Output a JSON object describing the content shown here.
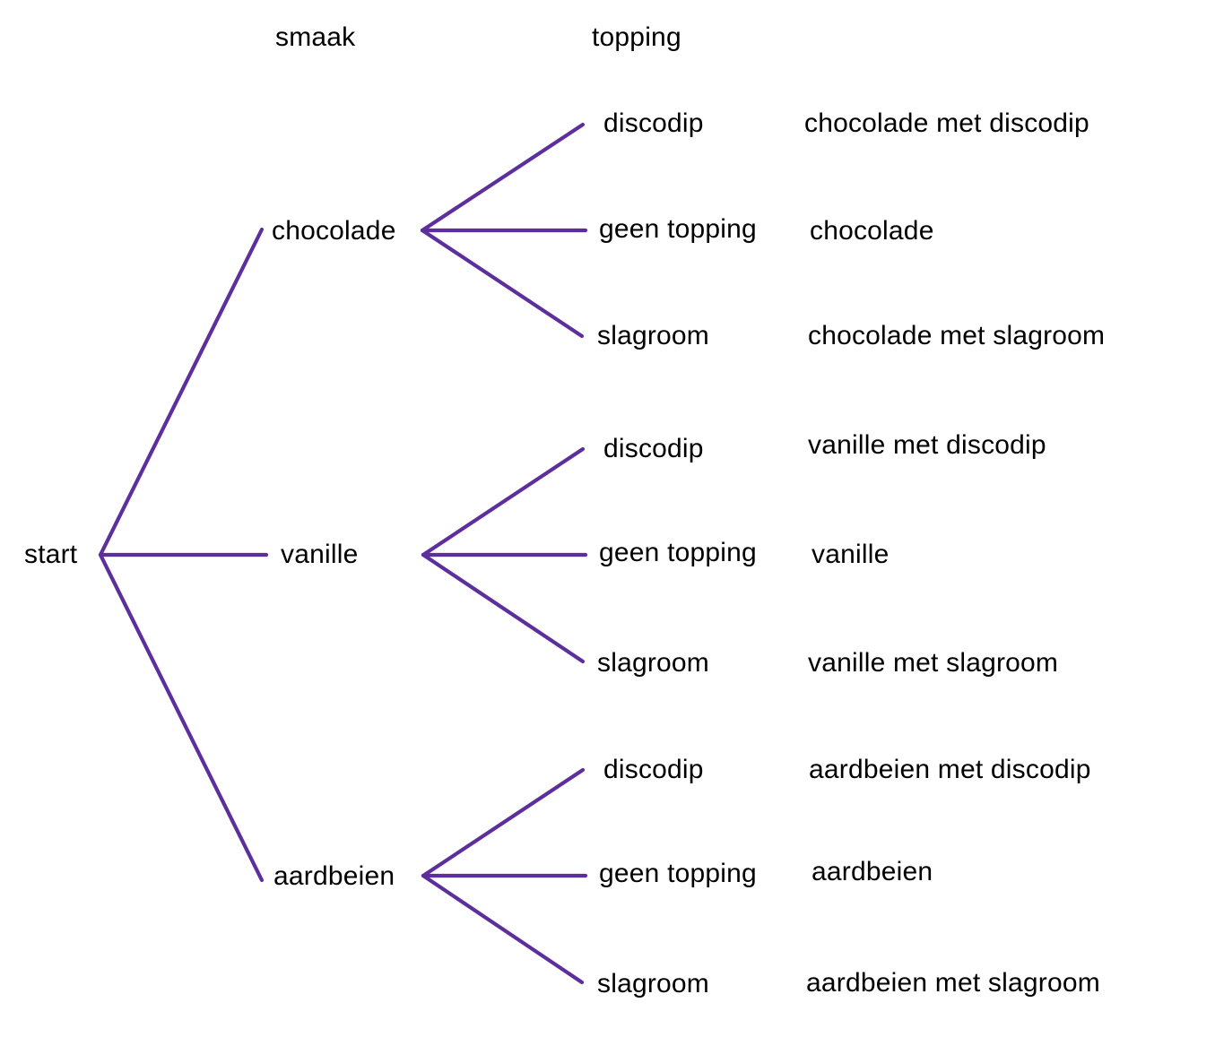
{
  "headers": {
    "smaak": "smaak",
    "topping": "topping"
  },
  "root_label": "start",
  "colors": {
    "branch": "#5c2f9c",
    "text": "#000000",
    "background": "#ffffff"
  },
  "branches": [
    {
      "flavor": "chocolade",
      "toppings": [
        {
          "label": "discodip",
          "outcome": "chocolade met discodip"
        },
        {
          "label": "geen topping",
          "outcome": "chocolade"
        },
        {
          "label": "slagroom",
          "outcome": "chocolade met slagroom"
        }
      ]
    },
    {
      "flavor": "vanille",
      "toppings": [
        {
          "label": "discodip",
          "outcome": "vanille met discodip"
        },
        {
          "label": "geen topping",
          "outcome": "vanille"
        },
        {
          "label": "slagroom",
          "outcome": "vanille met slagroom"
        }
      ]
    },
    {
      "flavor": "aardbeien",
      "toppings": [
        {
          "label": "discodip",
          "outcome": "aardbeien met discodip"
        },
        {
          "label": "geen topping",
          "outcome": "aardbeien"
        },
        {
          "label": "slagroom",
          "outcome": "aardbeien met slagroom"
        }
      ]
    }
  ]
}
